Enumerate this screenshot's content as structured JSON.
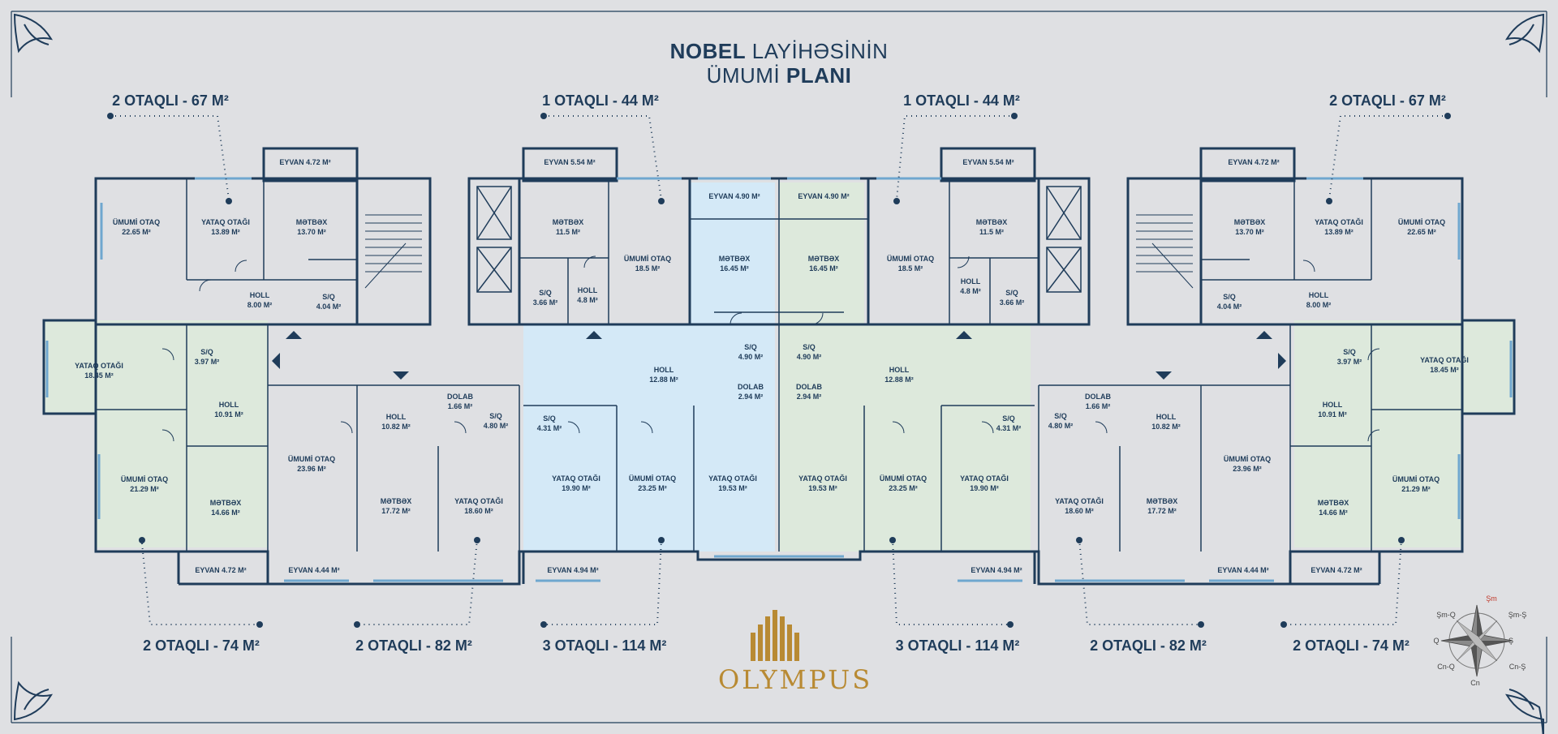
{
  "title": {
    "line1_bold": "NOBEL",
    "line1_rest": " LAYİHƏSİNİN",
    "line2_rest": "ÜMUMİ ",
    "line2_bold": "PLANI"
  },
  "apartments_top": [
    {
      "label": "2 OTAQLI - 67 M²"
    },
    {
      "label": "1 OTAQLI - 44 M²"
    },
    {
      "label": "1 OTAQLI - 44 M²"
    },
    {
      "label": "2 OTAQLI - 67 M²"
    }
  ],
  "apartments_bottom": [
    {
      "label": "2 OTAQLI - 74 M²"
    },
    {
      "label": "2 OTAQLI - 82 M²"
    },
    {
      "label": "3 OTAQLI - 114 M²"
    },
    {
      "label": "3 OTAQLI - 114 M²"
    },
    {
      "label": "2 OTAQLI - 82 M²"
    },
    {
      "label": "2 OTAQLI - 74 M²"
    }
  ],
  "rooms": [
    {
      "name": "EYVAN 4.72 M²",
      "area": ""
    },
    {
      "name": "ÜMUMİ OTAQ",
      "area": "22.65 M²"
    },
    {
      "name": "YATAQ OTAĞI",
      "area": "13.89 M²"
    },
    {
      "name": "MƏTBƏX",
      "area": "13.70 M²"
    },
    {
      "name": "HOLL",
      "area": "8.00 M²"
    },
    {
      "name": "S/Q",
      "area": "4.04 M²"
    },
    {
      "name": "EYVAN 5.54 M²",
      "area": ""
    },
    {
      "name": "MƏTBƏX",
      "area": "11.5 M²"
    },
    {
      "name": "ÜMUMİ OTAQ",
      "area": "18.5 M²"
    },
    {
      "name": "S/Q",
      "area": "3.66 M²"
    },
    {
      "name": "HOLL",
      "area": "4.8 M²"
    },
    {
      "name": "EYVAN 4.90 M²",
      "area": ""
    },
    {
      "name": "MƏTBƏX",
      "area": "16.45 M²"
    },
    {
      "name": "EYVAN 4.90 M²",
      "area": ""
    },
    {
      "name": "MƏTBƏX",
      "area": "16.45 M²"
    },
    {
      "name": "ÜMUMİ OTAQ",
      "area": "18.5 M²"
    },
    {
      "name": "EYVAN 5.54 M²",
      "area": ""
    },
    {
      "name": "MƏTBƏX",
      "area": "11.5 M²"
    },
    {
      "name": "HOLL",
      "area": "4.8 M²"
    },
    {
      "name": "S/Q",
      "area": "3.66 M²"
    },
    {
      "name": "EYVAN 4.72 M²",
      "area": ""
    },
    {
      "name": "MƏTBƏX",
      "area": "13.70 M²"
    },
    {
      "name": "YATAQ OTAĞI",
      "area": "13.89 M²"
    },
    {
      "name": "ÜMUMİ OTAQ",
      "area": "22.65 M²"
    },
    {
      "name": "S/Q",
      "area": "4.04 M²"
    },
    {
      "name": "HOLL",
      "area": "8.00 M²"
    },
    {
      "name": "YATAQ OTAĞI",
      "area": "18.45 M²"
    },
    {
      "name": "S/Q",
      "area": "3.97 M²"
    },
    {
      "name": "HOLL",
      "area": "10.91 M²"
    },
    {
      "name": "ÜMUMİ OTAQ",
      "area": "21.29 M²"
    },
    {
      "name": "MƏTBƏX",
      "area": "14.66 M²"
    },
    {
      "name": "EYVAN 4.72 M²",
      "area": ""
    },
    {
      "name": "ÜMUMİ OTAQ",
      "area": "23.96 M²"
    },
    {
      "name": "HOLL",
      "area": "10.82 M²"
    },
    {
      "name": "DOLAB",
      "area": "1.66 M²"
    },
    {
      "name": "S/Q",
      "area": "4.80 M²"
    },
    {
      "name": "MƏTBƏX",
      "area": "17.72 M²"
    },
    {
      "name": "YATAQ OTAĞI",
      "area": "18.60 M²"
    },
    {
      "name": "EYVAN 4.44 M²",
      "area": ""
    },
    {
      "name": "S/Q",
      "area": "4.31 M²"
    },
    {
      "name": "YATAQ OTAĞI",
      "area": "19.90 M²"
    },
    {
      "name": "ÜMUMİ OTAQ",
      "area": "23.25 M²"
    },
    {
      "name": "YATAQ OTAĞI",
      "area": "19.53 M²"
    },
    {
      "name": "EYVAN 4.94 M²",
      "area": ""
    },
    {
      "name": "HOLL",
      "area": "12.88 M²"
    },
    {
      "name": "S/Q",
      "area": "4.90 M²"
    },
    {
      "name": "DOLAB",
      "area": "2.94 M²"
    },
    {
      "name": "S/Q",
      "area": "4.90 M²"
    },
    {
      "name": "DOLAB",
      "area": "2.94 M²"
    },
    {
      "name": "HOLL",
      "area": "12.88 M²"
    },
    {
      "name": "YATAQ OTAĞI",
      "area": "19.53 M²"
    },
    {
      "name": "ÜMUMİ OTAQ",
      "area": "23.25 M²"
    },
    {
      "name": "YATAQ OTAĞI",
      "area": "19.90 M²"
    },
    {
      "name": "S/Q",
      "area": "4.31 M²"
    },
    {
      "name": "EYVAN 4.94 M²",
      "area": ""
    },
    {
      "name": "S/Q",
      "area": "4.80 M²"
    },
    {
      "name": "DOLAB",
      "area": "1.66 M²"
    },
    {
      "name": "HOLL",
      "area": "10.82 M²"
    },
    {
      "name": "ÜMUMİ OTAQ",
      "area": "23.96 M²"
    },
    {
      "name": "YATAQ OTAĞI",
      "area": "18.60 M²"
    },
    {
      "name": "MƏTBƏX",
      "area": "17.72 M²"
    },
    {
      "name": "EYVAN 4.44 M²",
      "area": ""
    },
    {
      "name": "S/Q",
      "area": "3.97 M²"
    },
    {
      "name": "YATAQ OTAĞI",
      "area": "18.45 M²"
    },
    {
      "name": "HOLL",
      "area": "10.91 M²"
    },
    {
      "name": "MƏTBƏX",
      "area": "14.66 M²"
    },
    {
      "name": "ÜMUMİ OTAQ",
      "area": "21.29 M²"
    },
    {
      "name": "EYVAN 4.72 M²",
      "area": ""
    }
  ],
  "logo": {
    "text": "OLYMPUS"
  },
  "compass": {
    "labels": [
      "Şm",
      "Şm-Ş",
      "Ş",
      "Cn-Ş",
      "Cn",
      "Cn-Q",
      "Q",
      "Şm-Q"
    ]
  },
  "colors": {
    "background": "#dfe0e3",
    "walls": "#1f3c5a",
    "blue_zone": "#d4e9f7",
    "green_zone": "#dde9dc",
    "gold": "#b88a33"
  }
}
